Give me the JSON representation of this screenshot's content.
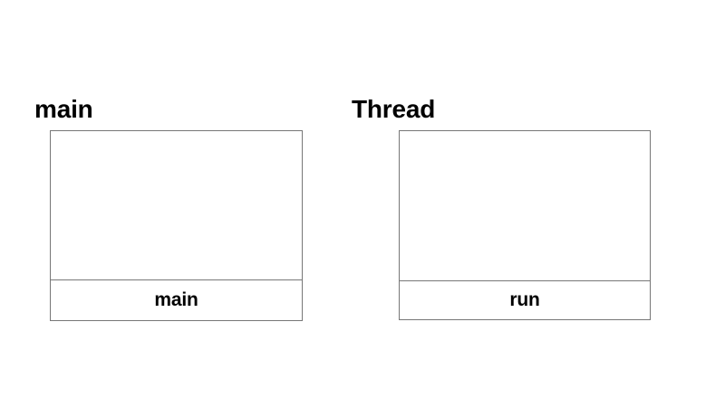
{
  "diagram": {
    "title": "",
    "background_color": "#ffffff",
    "border_color": "#777777",
    "text_color": "#000000",
    "stacks": [
      {
        "id": "main",
        "title": "main",
        "frames": [
          {
            "label": "main"
          }
        ]
      },
      {
        "id": "thread",
        "title": "Thread",
        "frames": [
          {
            "label": "run"
          }
        ]
      }
    ]
  }
}
